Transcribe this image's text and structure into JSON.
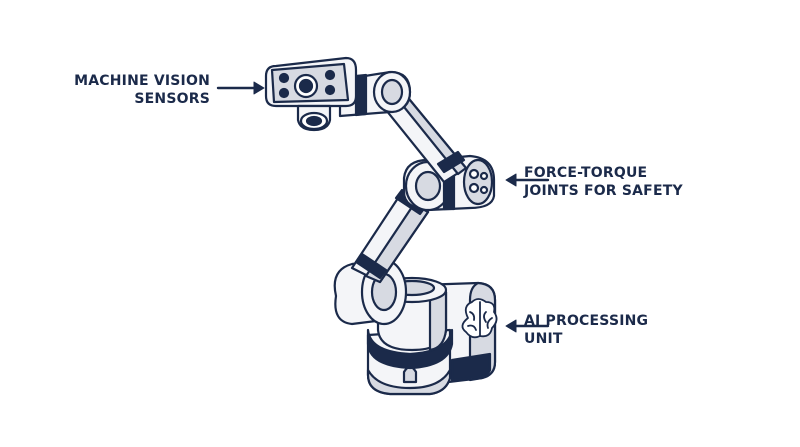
{
  "callouts": {
    "vision": {
      "line1": "MACHINE VISION",
      "line2": "SENSORS"
    },
    "force": {
      "line1": "FORCE-TORQUE",
      "line2": "JOINTS FOR SAFETY"
    },
    "ai": {
      "line1": "AI PROCESSING",
      "line2": "UNIT"
    }
  },
  "colors": {
    "ink": "#1b2a4a",
    "fill_light": "#f4f5f8",
    "fill_shade": "#d7dae2",
    "accent": "#1b2a4a"
  },
  "icons": {
    "brain": "brain-icon",
    "camera": "camera-lens-icon"
  }
}
